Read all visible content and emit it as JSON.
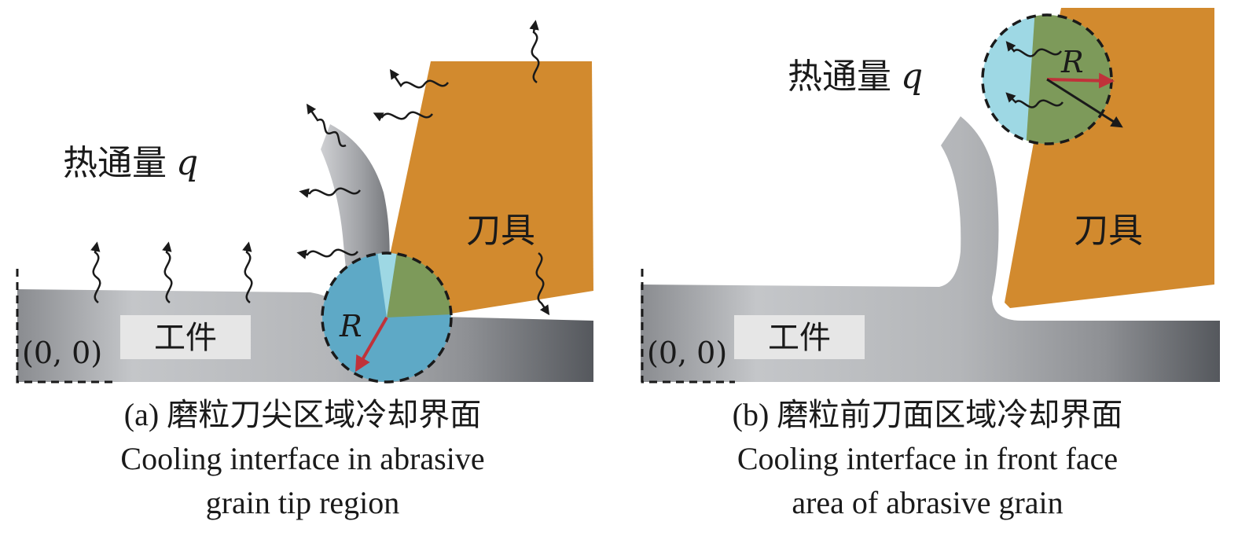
{
  "panel_a": {
    "heat_flux_label": "热通量",
    "heat_flux_symbol": "q",
    "tool_label": "刀具",
    "workpiece_label": "工件",
    "origin_label": "(0, 0)",
    "radius_label": "R",
    "caption_cn": "(a) 磨粒刀尖区域冷却界面",
    "caption_en_line1": "Cooling interface in abrasive",
    "caption_en_line2": "grain tip region"
  },
  "panel_b": {
    "heat_flux_label": "热通量",
    "heat_flux_symbol": "q",
    "tool_label": "刀具",
    "workpiece_label": "工件",
    "origin_label": "(0, 0)",
    "radius_label": "R",
    "caption_cn": "(b) 磨粒前刀面区域冷却界面",
    "caption_en_line1": "Cooling interface in front face",
    "caption_en_line2": "area of abrasive grain"
  },
  "colors": {
    "tool": "#d28a2e",
    "circle_fill": "#7fc4d8",
    "overlap_fill": "#7d9a5a",
    "radius_arrow": "#c0323a",
    "arrow": "#1a1a1a"
  },
  "icons": [
    "heat-wave-arrow-icon",
    "radius-arrow-icon"
  ]
}
